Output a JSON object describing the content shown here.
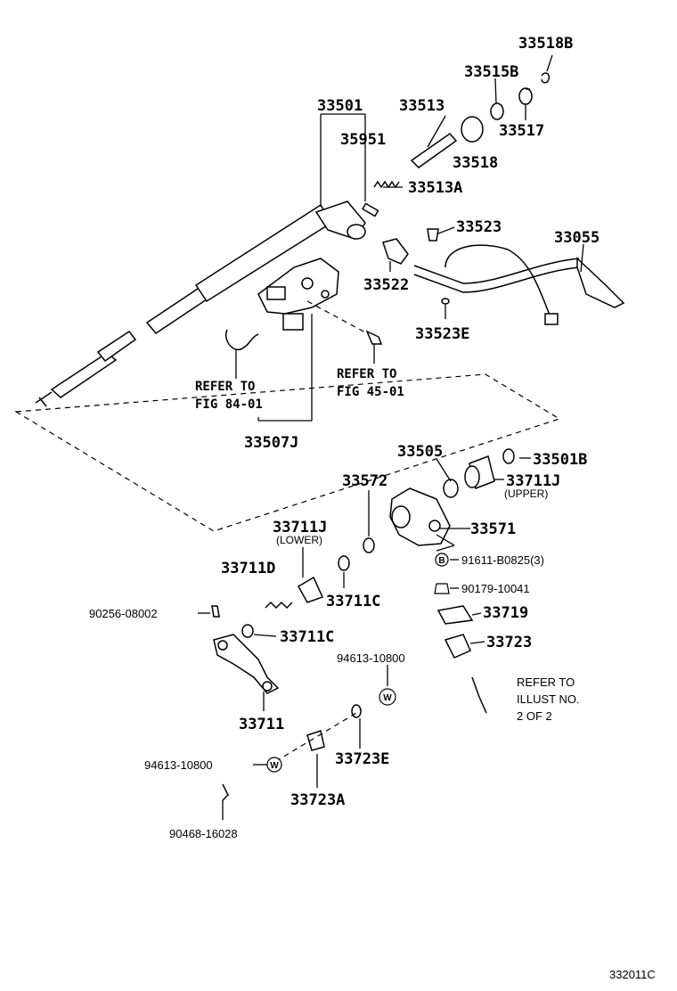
{
  "labels": {
    "p33518B": "33518B",
    "p33515B": "33515B",
    "p33501": "33501",
    "p33513": "33513",
    "p33517": "33517",
    "p35951": "35951",
    "p33518": "33518",
    "p33513A": "33513A",
    "p33523": "33523",
    "p33055": "33055",
    "p33522": "33522",
    "p33523E": "33523E",
    "p33507J": "33507J",
    "p33505": "33505",
    "p33501B": "33501B",
    "p33572": "33572",
    "p33711J_up": "33711J",
    "p33711J_low": "33711J",
    "p33571": "33571",
    "p91611": "91611-B0825(3)",
    "p33711D": "33711D",
    "p90179": "90179-10041",
    "p33711C_a": "33711C",
    "p33719": "33719",
    "p90256": "90256-08002",
    "p33711C_b": "33711C",
    "p33723": "33723",
    "p94613_a": "94613-10800",
    "p33711": "33711",
    "p33723E": "33723E",
    "p94613_b": "94613-10800",
    "p33723A": "33723A",
    "p90468": "90468-16028"
  },
  "notes": {
    "upper": "(UPPER)",
    "lower": "(LOWER)",
    "refer84_l1": "REFER TO",
    "refer84_l2": "FIG 84-01",
    "refer45_l1": "REFER TO",
    "refer45_l2": "FIG 45-01",
    "illust_l1": "REFER TO",
    "illust_l2": "ILLUST NO.",
    "illust_l3": "2 OF 2"
  },
  "symbols": {
    "bolt_mark": "B",
    "washer_mark": "W"
  },
  "figure_code": "332011C"
}
